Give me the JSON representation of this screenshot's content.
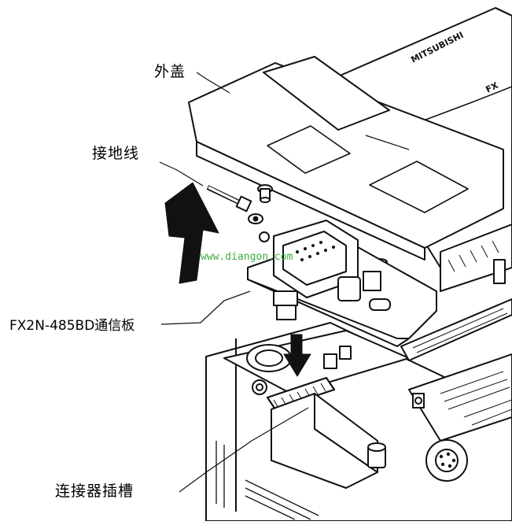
{
  "labels": {
    "outer_cover": "外盖",
    "ground_wire": "接地线",
    "comm_board": "FX2N-485BD通信板",
    "connector_slot": "连接器插槽"
  },
  "product": {
    "brand": "MITSUBISHI",
    "series_mark": "FX"
  },
  "watermark": "www.diangon.com",
  "colors": {
    "line": "#111111",
    "arrow": "#111111",
    "watermark": "#3cae3c",
    "background": "#ffffff"
  }
}
